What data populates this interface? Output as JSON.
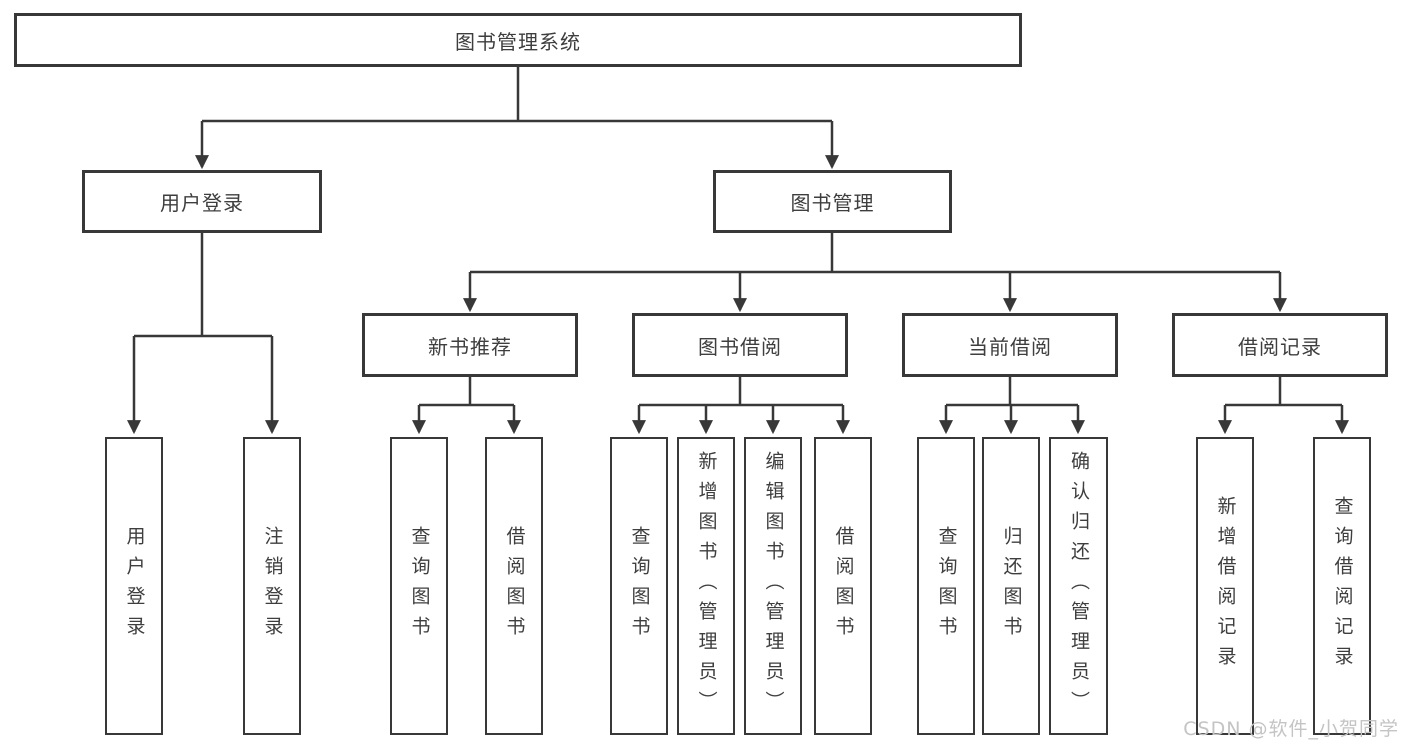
{
  "watermark": "CSDN @软件_小贺同学",
  "colors": {
    "line": "#383838",
    "box_border": "#383838",
    "text": "#3e3e3e",
    "watermark": "#c4c4c4",
    "background": "#ffffff"
  },
  "tree": {
    "label": "图书管理系统",
    "children": [
      {
        "label": "用户登录",
        "children": [
          {
            "label": "用户登录"
          },
          {
            "label": "注销登录"
          }
        ]
      },
      {
        "label": "图书管理",
        "children": [
          {
            "label": "新书推荐",
            "children": [
              {
                "label": "查询图书"
              },
              {
                "label": "借阅图书"
              }
            ]
          },
          {
            "label": "图书借阅",
            "children": [
              {
                "label": "查询图书"
              },
              {
                "label": "新增图书（管理员）"
              },
              {
                "label": "编辑图书（管理员）"
              },
              {
                "label": "借阅图书"
              }
            ]
          },
          {
            "label": "当前借阅",
            "children": [
              {
                "label": "查询图书"
              },
              {
                "label": "归还图书"
              },
              {
                "label": "确认归还（管理员）"
              }
            ]
          },
          {
            "label": "借阅记录",
            "children": [
              {
                "label": "新增借阅记录"
              },
              {
                "label": "查询借阅记录"
              }
            ]
          }
        ]
      }
    ]
  }
}
